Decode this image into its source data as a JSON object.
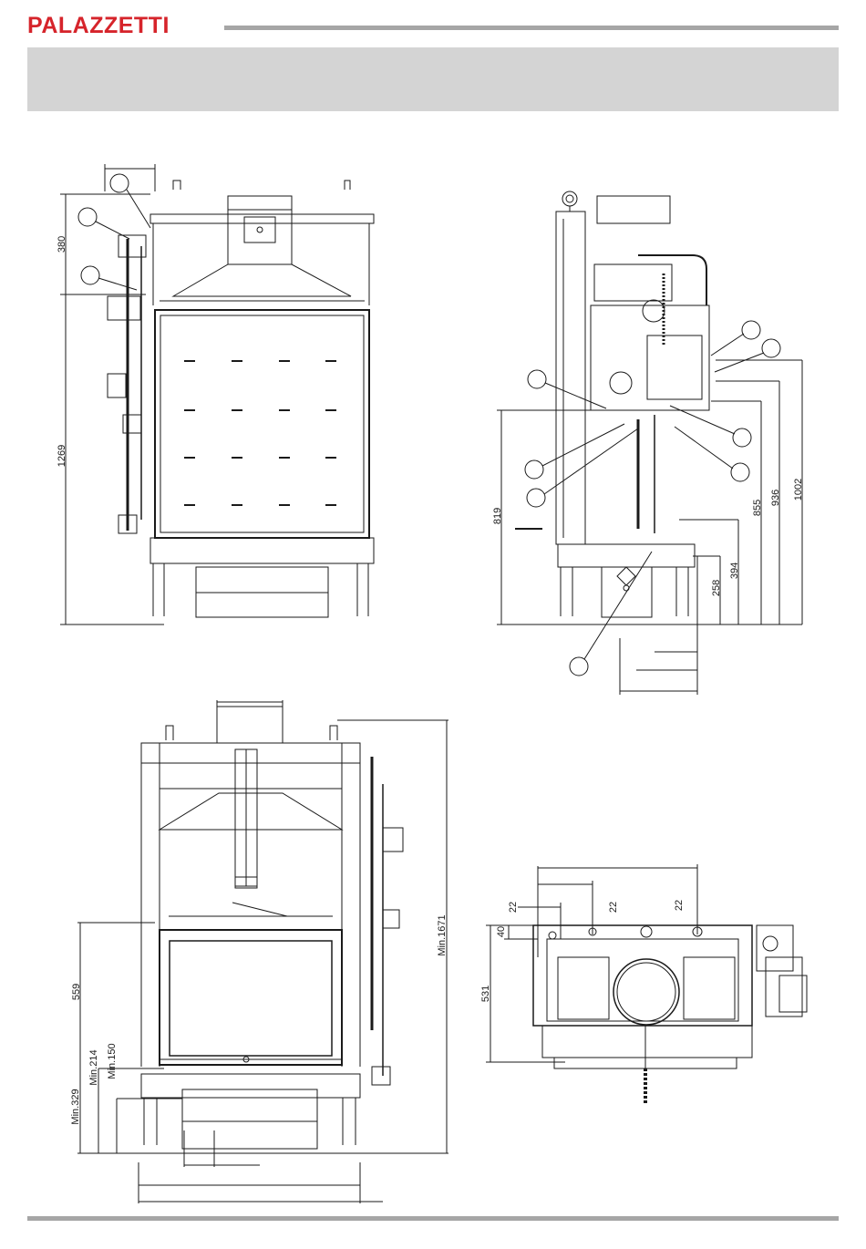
{
  "brand": {
    "logo_text": "PALAZZETTI",
    "accent": "#d6242b",
    "rule_color": "#a6a6a6",
    "band_color": "#d4d4d4"
  },
  "front_view": {
    "dims": {
      "top_height": "380",
      "height": "1269"
    }
  },
  "side_view": {
    "dims": {
      "d819": "819",
      "d855": "855",
      "d936": "936",
      "d1002": "1002",
      "d258": "258",
      "d394": "394"
    }
  },
  "front_open_view": {
    "dims": {
      "d559": "559",
      "min214": "Min.214",
      "min150": "Min.150",
      "min329": "Min.329",
      "min1671": "Min.1671"
    }
  },
  "top_view": {
    "dims": {
      "d22a": "22",
      "d22b": "22",
      "d22c": "22",
      "d40": "40",
      "d531": "531"
    }
  }
}
